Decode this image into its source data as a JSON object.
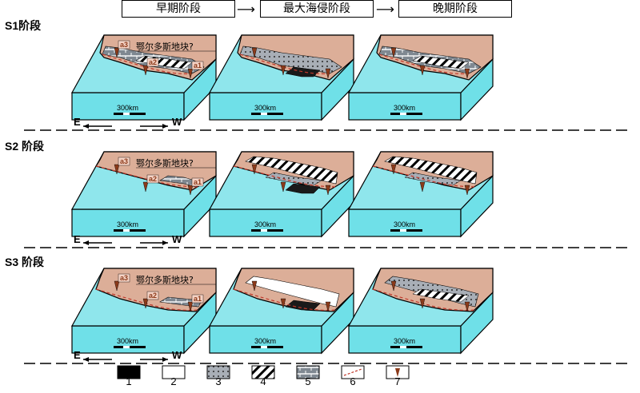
{
  "header": {
    "phases": [
      "早期阶段",
      "最大海侵阶段",
      "晚期阶段"
    ]
  },
  "stages": [
    {
      "label": "S1阶段"
    },
    {
      "label": "S2 阶段"
    },
    {
      "label": "S3 阶段"
    }
  ],
  "block": {
    "landmass_label": "鄂尔多斯地块?",
    "scale_label": "300km",
    "sites": [
      "a1",
      "a2",
      "a3"
    ]
  },
  "direction": {
    "east": "E",
    "west": "W"
  },
  "legend": [
    "1",
    "2",
    "3",
    "4",
    "5",
    "6",
    "7"
  ],
  "colors": {
    "land": "#dcae98",
    "sea": "#8fe6ec",
    "sea_side": "#6fe0e8",
    "dark_rock": "#1a1a1a",
    "marker": "#8b3a1a"
  }
}
